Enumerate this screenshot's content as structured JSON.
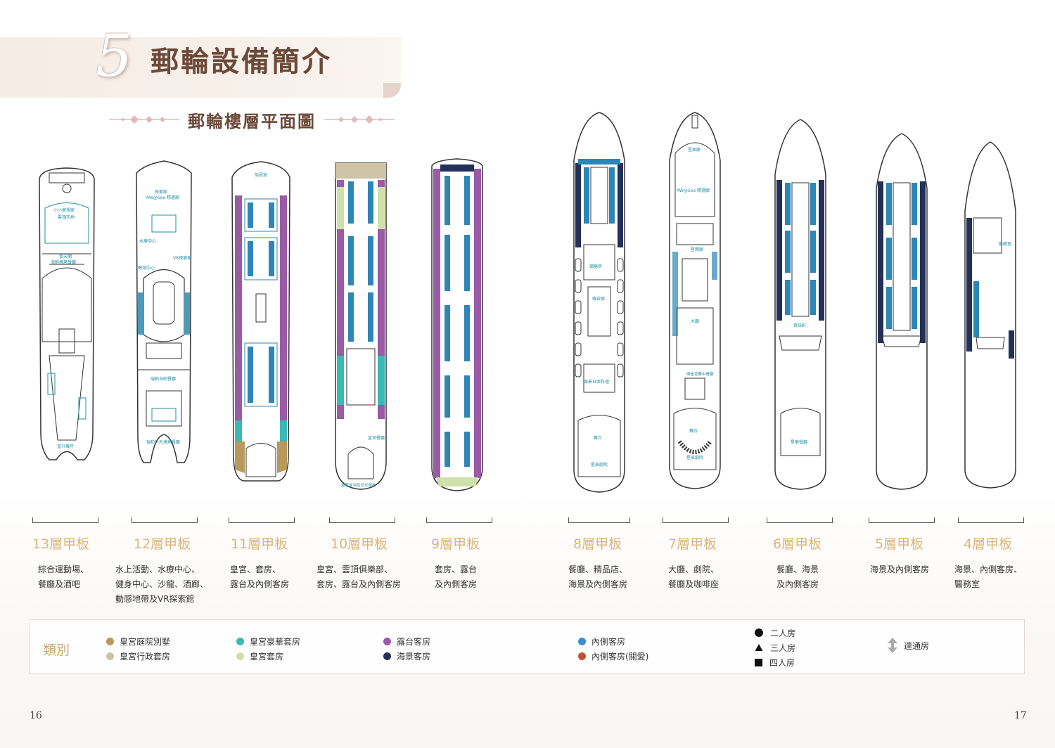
{
  "header": {
    "chapter_number": "5",
    "title": "郵輪設備簡介",
    "subtitle": "郵輪樓層平面圖"
  },
  "decks": [
    {
      "name": "13層甲板",
      "lines": [
        "綜合運動場、",
        "餐廳及酒吧"
      ]
    },
    {
      "name": "12層甲板",
      "lines": [
        "水上活動、水療中心、",
        "健身中心、沙龍、酒廊、",
        "動感地帶及VR探索館"
      ]
    },
    {
      "name": "11層甲板",
      "lines": [
        "皇宮、套房、",
        "露台及內側客房"
      ]
    },
    {
      "name": "10層甲板",
      "lines": [
        "皇宮、雲頂俱樂部、",
        "套房、露台及內側客房"
      ]
    },
    {
      "name": "9層甲板",
      "lines": [
        "套房、露台",
        "及內側客房"
      ]
    },
    {
      "name": "8層甲板",
      "lines": [
        "餐廳、精品店、",
        "海景及內側客房"
      ]
    },
    {
      "name": "7層甲板",
      "lines": [
        "大廳、劇院、",
        "餐廳及咖啡座"
      ]
    },
    {
      "name": "6層甲板",
      "lines": [
        "餐廳、海景",
        "及內側客房"
      ]
    },
    {
      "name": "5層甲板",
      "lines": [
        "海景及內側客房"
      ]
    },
    {
      "name": "4層甲板",
      "lines": [
        "海景、內側客房、",
        "醫務室"
      ]
    }
  ],
  "ship_labels": {
    "d13": [
      "小小夢想家",
      "雲頂天地",
      "雲天閣",
      "海鮮燒烤餐廳",
      "直升機坪"
    ],
    "d12": [
      "探索館",
      "RW@Sea 精選廊",
      "水療中心",
      "VR探索館",
      "健身中心",
      "瑞柏自助餐廳",
      "瑞柏戶外燒烤餐廳"
    ],
    "d11": [
      "船員室"
    ],
    "d10": [
      "皇宮餐廳",
      "皇宮泳池及日光甲板"
    ],
    "d8": [
      "御膳房",
      "綠宮廊",
      "海景日本料理",
      "舞台",
      "星辰劇院"
    ],
    "d7": [
      "星辰廊",
      "RW@Sea 精選廊",
      "星開廊",
      "大廳",
      "麻雀花舞中餐廳",
      "舞台",
      "星辰劇院"
    ],
    "d6": [
      "百味軒",
      "星夢餐廳"
    ],
    "d4": [
      "醫務室"
    ]
  },
  "legend": {
    "title": "類別",
    "categories": [
      {
        "label": "皇宮庭院別墅",
        "color": "#b8995a"
      },
      {
        "label": "皇宮行政套房",
        "color": "#cfc3a6"
      },
      {
        "label": "皇宮豪華套房",
        "color": "#3bb9b6"
      },
      {
        "label": "皇宮套房",
        "color": "#cfe0a8"
      },
      {
        "label": "露台客房",
        "color": "#9a5aa6"
      },
      {
        "label": "海景客房",
        "color": "#23305a"
      },
      {
        "label": "內側客房",
        "color": "#3a8fd0"
      },
      {
        "label": "內側客房(關愛)",
        "color": "#c0532d"
      }
    ],
    "room_types": [
      {
        "label": "二人房",
        "shape": "circle"
      },
      {
        "label": "三人房",
        "shape": "triangle"
      },
      {
        "label": "四人房",
        "shape": "square"
      }
    ],
    "connecting": {
      "label": "連通房",
      "icon": "up-down-arrow-icon"
    }
  },
  "page_numbers": {
    "left": "16",
    "right": "17"
  },
  "colors": {
    "title_brown": "#6b4a3a",
    "deck_gold": "#d9b57a",
    "plan_teal": "#1f8fa0",
    "cabin_blue": "#2c86b8",
    "balcony_purple": "#9a5aa6",
    "villa_gold": "#b8995a",
    "green_suite": "#cfe0a8"
  }
}
